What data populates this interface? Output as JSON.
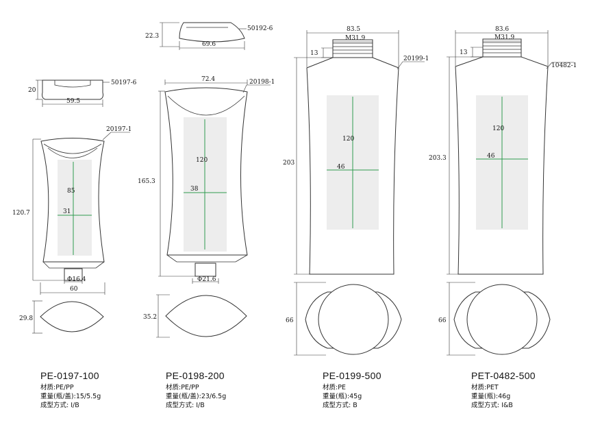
{
  "drawing": {
    "p1": {
      "cap_code": "50197-6",
      "cap_h": "20",
      "cap_w": "59.5",
      "bottle_code": "20197-1",
      "height": "120.7",
      "width": "60",
      "neck": "Φ16.4",
      "label_h": "85",
      "label_w": "31",
      "oval_depth": "29.8"
    },
    "p2": {
      "cap_code": "50192-6",
      "cap_h": "22.3",
      "cap_w": "69.6",
      "bottle_code": "20198-1",
      "top_w": "72.4",
      "height": "165.3",
      "neck": "Φ21.6",
      "label_h": "120",
      "label_w": "38",
      "oval_depth": "35.2"
    },
    "p3": {
      "bottle_code": "20199-1",
      "width": "83.5",
      "thread": "M31.9",
      "neck_h": "13",
      "height": "203",
      "label_h": "120",
      "label_w": "46",
      "oval_depth": "66"
    },
    "p4": {
      "bottle_code": "10482-1",
      "width": "83.6",
      "thread": "M31.9",
      "neck_h": "13",
      "height": "203.3",
      "label_h": "120",
      "label_w": "46",
      "oval_depth": "66"
    }
  },
  "products": [
    {
      "model": "PE-0197-100",
      "material": "材质:PE/PP",
      "weight": "重量(瓶/盖):15/5.5g",
      "process": "成型方式: I/B"
    },
    {
      "model": "PE-0198-200",
      "material": "材质:PE/PP",
      "weight": "重量(瓶/盖):23/6.5g",
      "process": "成型方式: I/B"
    },
    {
      "model": "PE-0199-500",
      "material": "材质:PE",
      "weight": "重量(瓶):45g",
      "process": "成型方式: B"
    },
    {
      "model": "PET-0482-500",
      "material": "材质:PET",
      "weight": "重量(瓶):46g",
      "process": "成型方式: I&B"
    }
  ]
}
